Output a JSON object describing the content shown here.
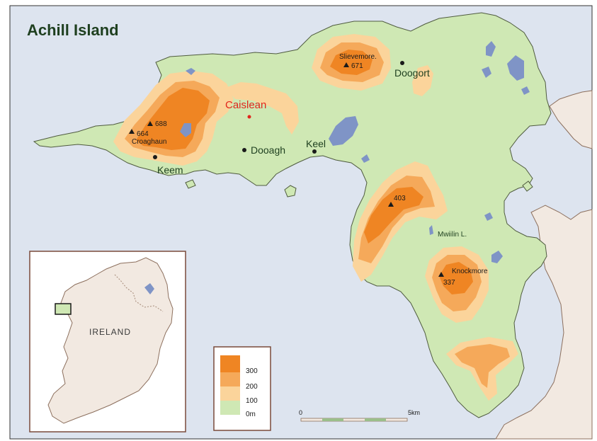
{
  "title": "Achill Island",
  "colors": {
    "sea": "#dde4ef",
    "land_low": "#cfe8b4",
    "elev_100": "#fbd49b",
    "elev_200": "#f5a95a",
    "elev_300": "#ef8523",
    "lake": "#7f94c6",
    "mainland": "#f2e9e1",
    "border": "#7a4a3a",
    "place_label": "#1e3f1f",
    "capital_label": "#e0261c"
  },
  "places": {
    "caislean": "Caislean",
    "dooagh": "Dooagh",
    "keel": "Keel",
    "keem": "Keem",
    "doogort": "Doogort",
    "mwiilin": "Mwiilin L."
  },
  "peaks": {
    "slievemore_name": "Slievemore.",
    "slievemore_height": "671",
    "croaghaun_name": "Croaghaun",
    "croaghaun_h1": "688",
    "croaghaun_h2": "664",
    "minaun_height": "403",
    "knockmore_name": "Knockmore",
    "knockmore_height": "337"
  },
  "inset": {
    "label": "IRELAND"
  },
  "legend": {
    "values": [
      "300",
      "200",
      "100",
      "0m"
    ]
  },
  "scale": {
    "start": "0",
    "end": "5km"
  }
}
